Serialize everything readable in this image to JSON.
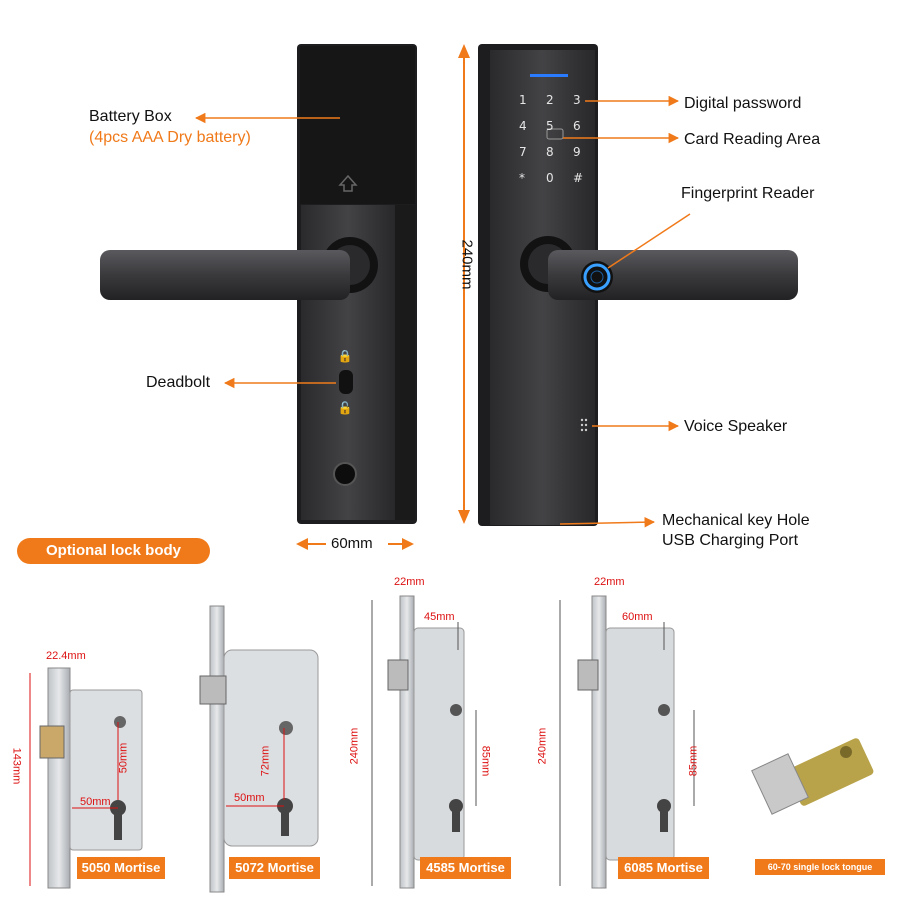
{
  "colors": {
    "accent": "#f07a1a",
    "dimension_red": "#dd1111",
    "lock_body": "#2e2e30"
  },
  "callouts": {
    "battery_box": "Battery Box",
    "battery_note": "(4pcs AAA Dry battery)",
    "deadbolt": "Deadbolt",
    "digital_password": "Digital password",
    "card_reading": "Card Reading Area",
    "fingerprint": "Fingerprint Reader",
    "voice_speaker": "Voice Speaker",
    "key_hole": "Mechanical key Hole",
    "usb_port": "USB Charging Port"
  },
  "dimensions": {
    "height": "240mm",
    "width": "60mm"
  },
  "keypad": [
    "1",
    "2",
    "3",
    "4",
    "5",
    "6",
    "7",
    "8",
    "9",
    "*",
    "0",
    "#"
  ],
  "section_title": "Optional lock body",
  "mortises": [
    {
      "name": "5050 Mortise",
      "dims": [
        "22.4mm",
        "143mm",
        "50mm",
        "50mm"
      ]
    },
    {
      "name": "5072 Mortise",
      "dims": [
        "72mm",
        "50mm"
      ]
    },
    {
      "name": "4585 Mortise",
      "dims": [
        "22mm",
        "45mm",
        "240mm",
        "85mm"
      ]
    },
    {
      "name": "6085 Mortise",
      "dims": [
        "22mm",
        "60mm",
        "240mm",
        "85mm"
      ]
    }
  ],
  "tongue": {
    "name": "60-70 single lock tongue"
  }
}
